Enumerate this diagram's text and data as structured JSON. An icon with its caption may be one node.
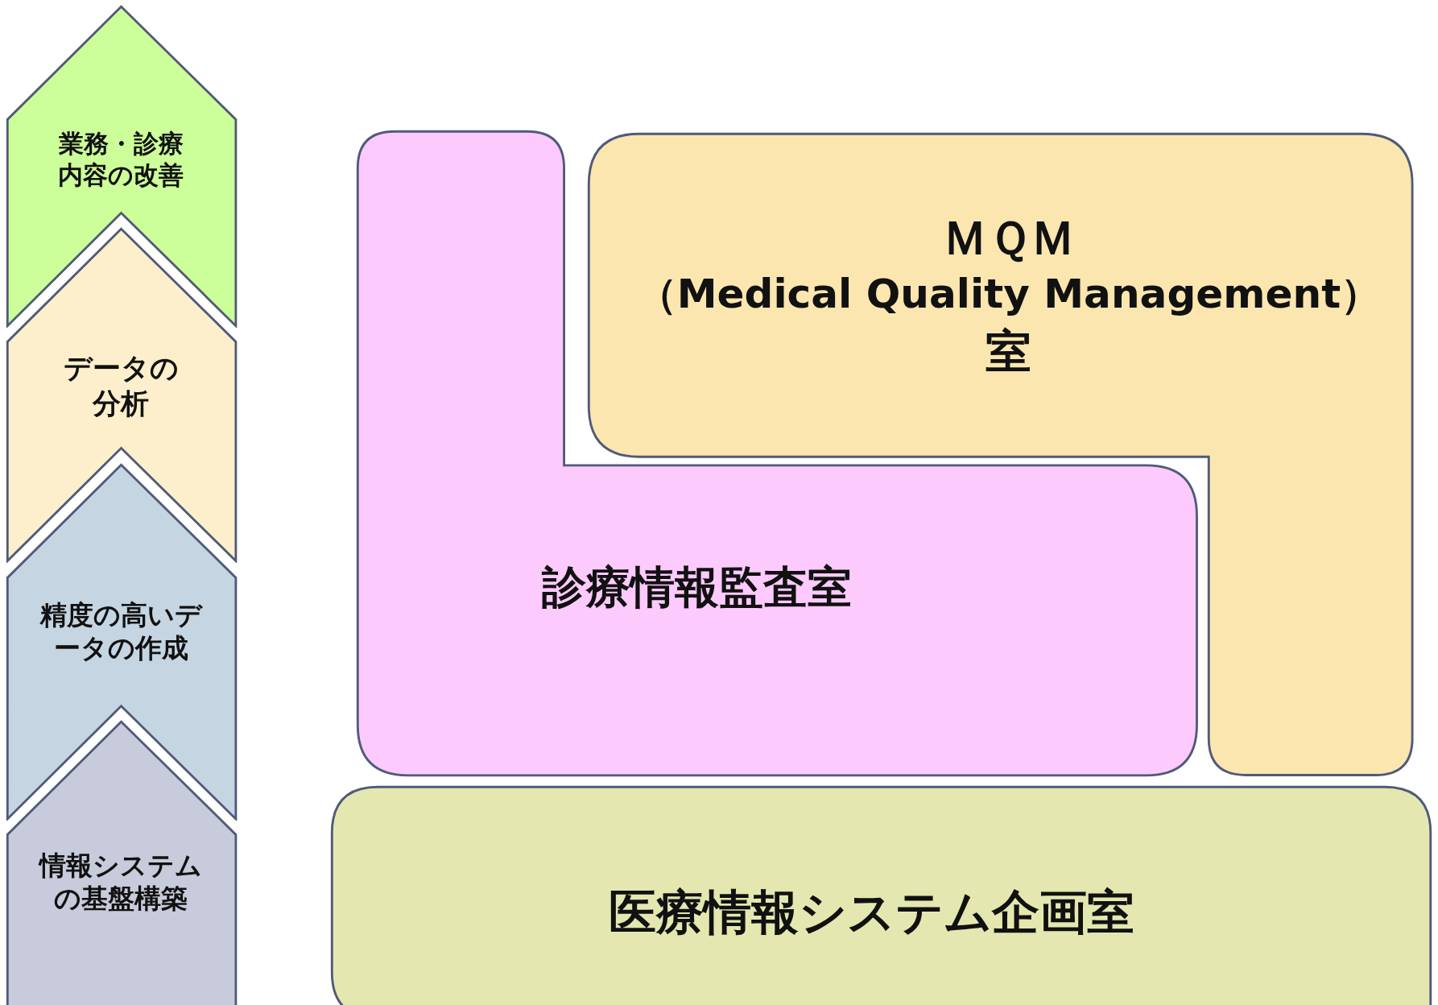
{
  "diagram": {
    "nodes": [
      {
        "text": [
          "業務・診療内容の改善"
        ]
      },
      {
        "text": [
          "データの分析"
        ]
      },
      {
        "text": [
          "精度の高いデータの作成"
        ]
      },
      {
        "text": [
          "情報システムの基盤構築"
        ]
      },
      {
        "text": [
          "ＭＱＭ",
          "（Medical Quality Management）",
          "室"
        ]
      },
      {
        "text": [
          "診療情報監査室"
        ]
      },
      {
        "text": [
          "医療情報システム企画室"
        ]
      }
    ],
    "edges": []
  }
}
